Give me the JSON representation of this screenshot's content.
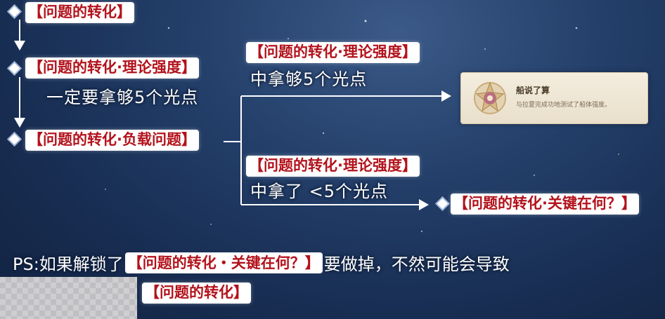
{
  "nodes": {
    "step1": "【问题的转化】",
    "step2": "【问题的转化·理论强度】",
    "step2_note": "一定要拿够5个光点",
    "step3": "【问题的转化·负载问题】",
    "branch_top_tag": "【问题的转化·理论强度】",
    "branch_top_note": "中拿够5个光点",
    "branch_bottom_tag": "【问题的转化·理论强度】",
    "branch_bottom_note": "中拿了 <5个光点",
    "result_bottom": "【问题的转化·关键在何？】"
  },
  "achievement": {
    "title": "船说了算",
    "description": "与拉夏完成功地测试了船体强度。",
    "icon": "achievement-badge-icon"
  },
  "ps": {
    "prefix": "PS:如果解锁了",
    "tag": "【问题的转化・关键在何？】",
    "suffix": "要做掉，不然可能会导致",
    "line2_tag": "【问题的转化】"
  },
  "colors": {
    "tag_text": "#b3121b",
    "tag_bg": "#ffffff",
    "background": "#1d3560"
  }
}
